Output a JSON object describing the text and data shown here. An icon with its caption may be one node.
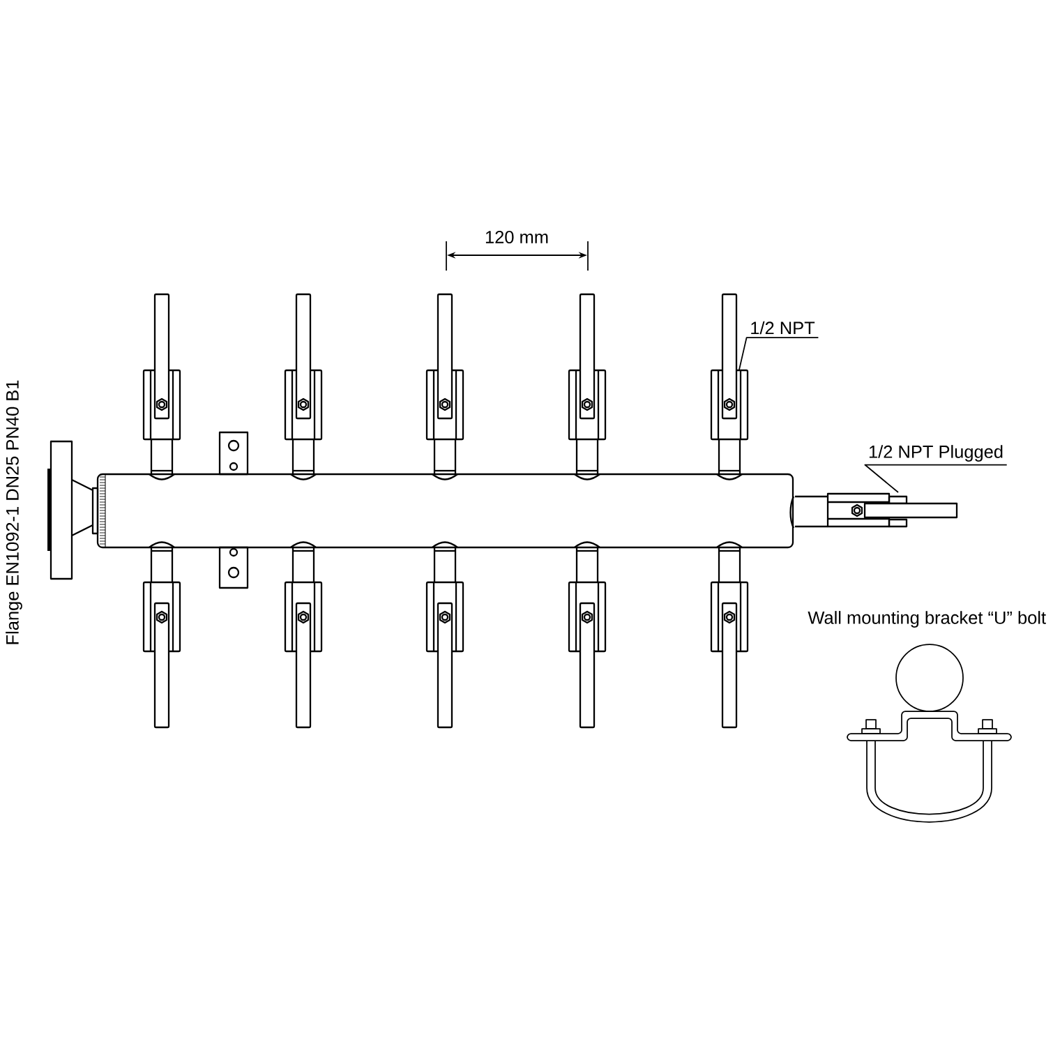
{
  "diagram": {
    "nodes": [
      {
        "text": [
          "1/2 NPT"
        ]
      },
      {
        "text": [
          "1/2 NPT Plugged"
        ]
      }
    ],
    "edges": [
      {
        "from": 0,
        "to": null,
        "arrow": "none"
      },
      {
        "from": 1,
        "to": null,
        "arrow": "none"
      }
    ],
    "labels": [
      "120 mm",
      "Flange EN1092-1 DN25 PN40 B1",
      "Wall mounting bracket “U” bolt"
    ]
  }
}
